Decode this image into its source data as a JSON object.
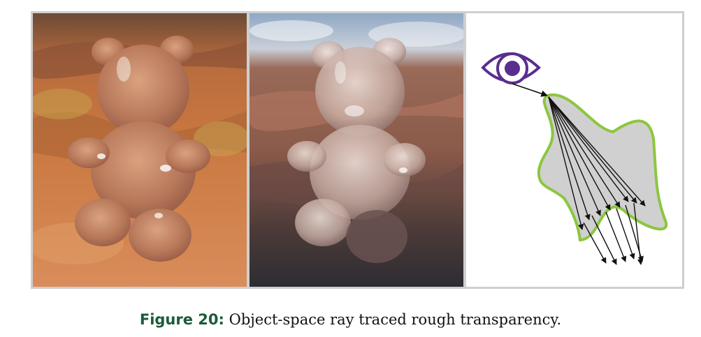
{
  "figure": {
    "label": "Figure 20:",
    "caption": "Object-space ray traced rough transparency."
  },
  "panels": [
    {
      "kind": "render",
      "subject": "gummy-bear",
      "material": "rough-translucent",
      "background": "desert"
    },
    {
      "kind": "render",
      "subject": "gummy-bear",
      "material": "rough-transparent",
      "background": "canyon"
    },
    {
      "kind": "diagram",
      "subject": "rays-through-rough-surface"
    }
  ],
  "colors": {
    "eye": "#5a2d8f",
    "shape_stroke": "#8cc63f",
    "shape_fill": "#d0d0d0",
    "label": "#1b5b3a"
  },
  "icons": [
    "eye-icon"
  ]
}
